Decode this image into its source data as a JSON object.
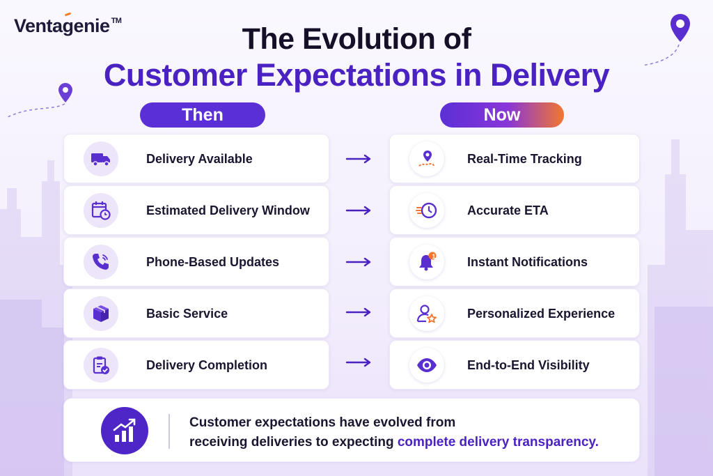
{
  "brand": {
    "name_part1": "Venta",
    "name_g": "g",
    "name_part2": "enie",
    "trademark": "TM"
  },
  "title": {
    "line1": "The Evolution of",
    "line2": "Customer Expectations in Delivery"
  },
  "columns": {
    "then_label": "Then",
    "now_label": "Now"
  },
  "rows": [
    {
      "then": "Delivery Available",
      "then_icon": "truck-icon",
      "now": "Real-Time Tracking",
      "now_icon": "map-pin-route-icon"
    },
    {
      "then": "Estimated Delivery Window",
      "then_icon": "calendar-clock-icon",
      "now": "Accurate ETA",
      "now_icon": "fast-clock-icon"
    },
    {
      "then": "Phone-Based Updates",
      "then_icon": "phone-icon",
      "now": "Instant Notifications",
      "now_icon": "bell-notification-icon"
    },
    {
      "then": "Basic Service",
      "then_icon": "package-box-icon",
      "now": "Personalized Experience",
      "now_icon": "user-star-icon"
    },
    {
      "then": "Delivery Completion",
      "then_icon": "clipboard-check-icon",
      "now": "End-to-End Visibility",
      "now_icon": "eye-icon"
    }
  ],
  "notification_badge": "1",
  "summary": {
    "icon": "growth-chart-icon",
    "line1": "Customer expectations have evolved from",
    "line2_plain": "receiving deliveries to expecting ",
    "line2_highlight": "complete delivery transparency."
  },
  "colors": {
    "primary": "#4b22c2",
    "accent_orange": "#f2772e",
    "icon_bg": "#ede6fb",
    "text_dark": "#1b1530"
  }
}
